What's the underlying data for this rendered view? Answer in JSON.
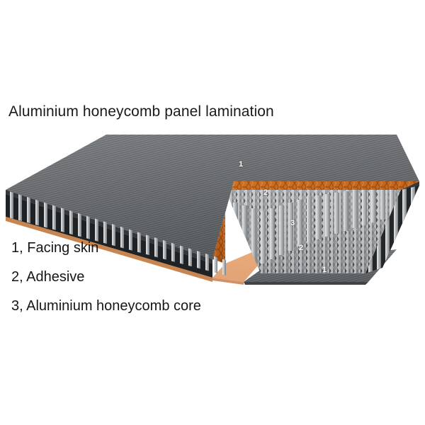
{
  "background_color": "#ffffff",
  "title": "Aluminium honeycomb panel lamination",
  "legend": {
    "items": [
      {
        "label": "1, Facing skin"
      },
      {
        "label": "2, Adhesive"
      },
      {
        "label": "3, Aluminium honeycomb core"
      }
    ]
  },
  "callouts": [
    {
      "label": "1",
      "meaning": "top-facing-skin"
    },
    {
      "label": "2",
      "meaning": "top-adhesive"
    },
    {
      "label": "3",
      "meaning": "honeycomb-core"
    },
    {
      "label": "2",
      "meaning": "bottom-adhesive"
    },
    {
      "label": "1",
      "meaning": "bottom-facing-skin"
    }
  ],
  "colors": {
    "skin_top": "#6d7073",
    "skin_top_dark": "#4f5356",
    "skin_edge": "#3c4042",
    "adhesive_top": "#c8641e",
    "adhesive_top_dark": "#a24d14",
    "adhesive_bottom": "#f0b184",
    "adhesive_bottom_dark": "#d8926a",
    "core_light": "#d8dadb",
    "core_mid": "#9a9da0",
    "core_dark": "#2a2c2e",
    "text": "#161616",
    "callout_text": "#ffffff"
  },
  "figure": {
    "name": "aluminium-honeycomb-panel-cutaway",
    "projection": "isometric",
    "layers": [
      "facing skin (top)",
      "adhesive (top)",
      "aluminium honeycomb core",
      "adhesive (bottom)",
      "facing skin (bottom)"
    ]
  }
}
